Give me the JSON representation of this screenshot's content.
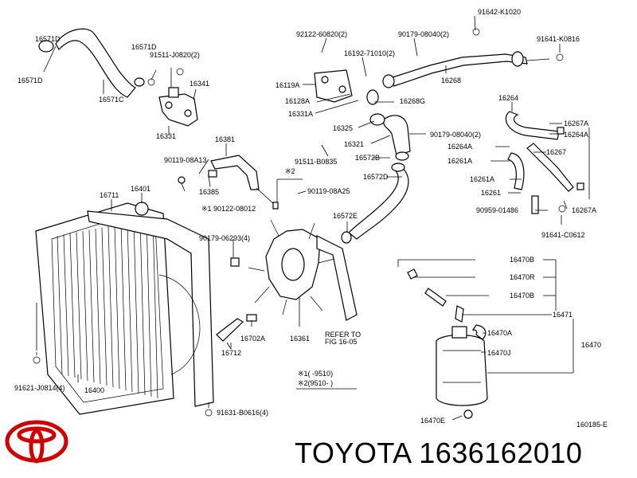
{
  "labels": [
    "16571D",
    "16571C",
    "16571D",
    "91511-J0820(2)",
    "16341",
    "16331",
    "92122-60820(2)",
    "16192-71010(2)",
    "90179-08040(2)",
    "91642-K1020",
    "91641-K0816",
    "16119A",
    "16268",
    "16128A",
    "16268G",
    "16331A",
    "16325",
    "16264",
    "16267A",
    "16264A",
    "90179-08040(2)",
    "16321",
    "16264A",
    "16267",
    "16261A",
    "91511-B0835",
    "16572B",
    "16261A",
    "16261",
    "16381",
    "90119-08A13",
    "16385",
    "※2",
    "90119-08A25",
    "16572D",
    "16711",
    "16401",
    "※1 90122-08012",
    "16572E",
    "90959-01486",
    "16267A",
    "91641-C0612",
    "90179-06293(4)",
    "16470B",
    "16470R",
    "16470B",
    "16471",
    "16702A",
    "16361",
    "REFER TO",
    "FIG 16-05",
    "16470A",
    "16470",
    "16712",
    "16470J",
    "91621-J0814(4)",
    "16400",
    "※1(     -9510)",
    "※2(9510-      )",
    "91631-B0616(4)",
    "16470E",
    "160185-E"
  ],
  "brand_text": "TOYOTA 1636162010",
  "logo_name": "toyota-logo"
}
